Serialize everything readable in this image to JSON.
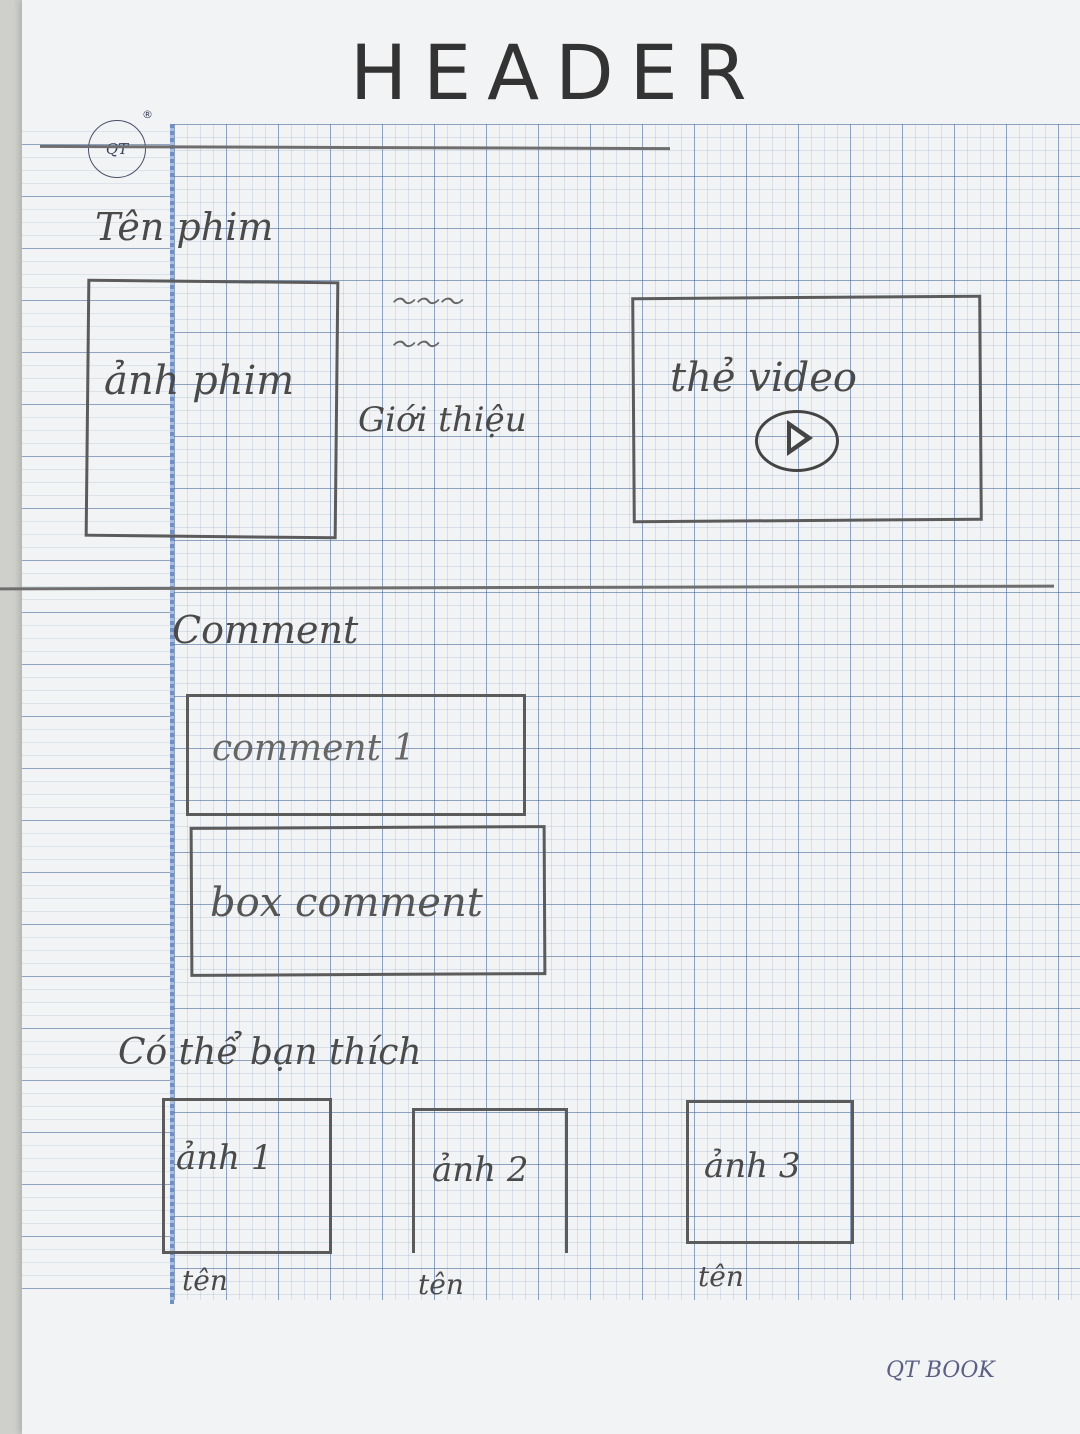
{
  "header": {
    "title": "HEADER"
  },
  "logo": {
    "text": "QT",
    "registered": "®"
  },
  "movie": {
    "title_label": "Tên phim",
    "poster_label": "ảnh phim",
    "intro_label": "Giới thiệu",
    "video_label": "thẻ video",
    "play_icon": "play-icon"
  },
  "comments": {
    "heading": "Comment",
    "comment_1": "comment 1",
    "box_label": "box comment"
  },
  "related": {
    "heading": "Có thể bạn thích",
    "items": [
      {
        "image_label": "ảnh 1",
        "caption": "tên"
      },
      {
        "image_label": "ảnh 2",
        "caption": "tên"
      },
      {
        "image_label": "ảnh 3",
        "caption": "tên"
      }
    ]
  },
  "footer": {
    "brand": "QT BOOK"
  }
}
